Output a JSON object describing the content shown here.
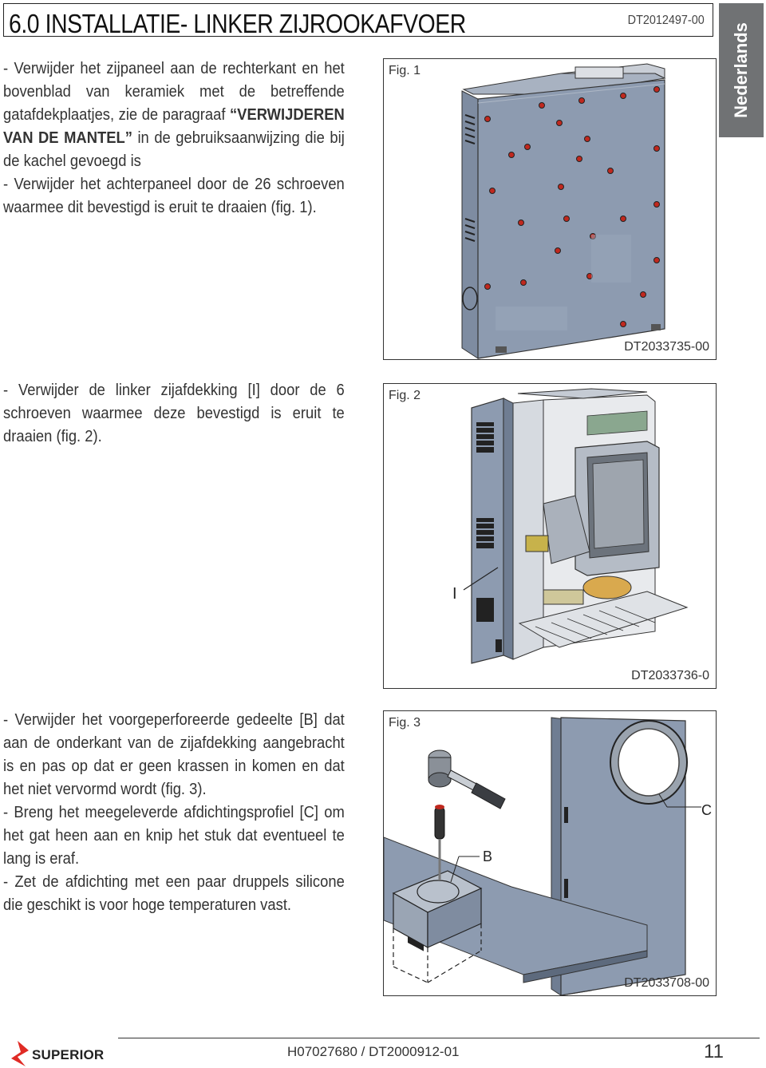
{
  "header": {
    "title": "6.0 INSTALLATIE- LINKER ZIJROOKAFVOER",
    "doc_code": "DT2012497-00",
    "language_tab": "Nederlands"
  },
  "section1": {
    "line1": "- Verwijder het zijpaneel aan de rechterkant en het bovenblad van keramiek met de betreffende gatafdekplaatjes, zie de paragraaf ",
    "line1_bold": "“VERWIJDEREN VAN DE MANTEL”",
    "line1_end": " in de gebruiksaanwijzing die bij de kachel gevoegd is",
    "line2": "- Verwijder het achterpaneel door de 26 schroeven waarmee dit bevestigd is eruit te draaien (fig. 1).",
    "fig_label": "Fig. 1",
    "fig_code": "DT2033735-00"
  },
  "section2": {
    "text": "- Verwijder de linker zijafdekking [I] door de 6 schroeven waarmee deze bevestigd is eruit te draaien (fig. 2).",
    "fig_label": "Fig. 2",
    "fig_code": "DT2033736-0",
    "callout": "I"
  },
  "section3": {
    "text1": "- Verwijder het voorgeperforeerde gedeelte [B] dat aan de onderkant van de zijafdekking aangebracht is en pas op dat er geen krassen in komen en dat het niet vervormd wordt (fig. 3).",
    "text2": "- Breng het meegeleverde afdichtingsprofiel [C] om het gat heen aan en knip het stuk dat eventueel te lang is eraf.",
    "text3": "- Zet de afdichting met een paar druppels silicone die geschikt is voor hoge temperaturen vast.",
    "fig_label": "Fig. 3",
    "fig_code": "DT2033708-00",
    "callout_b": "B",
    "callout_c": "C"
  },
  "footer": {
    "brand": "SUPERIOR",
    "doc_code": "H07027680 / DT2000912-01",
    "page_number": "11"
  },
  "colors": {
    "panel_blue": "#8d9bb0",
    "screw_red": "#c0281e",
    "tab_gray": "#707274",
    "brand_red": "#e02b25"
  }
}
